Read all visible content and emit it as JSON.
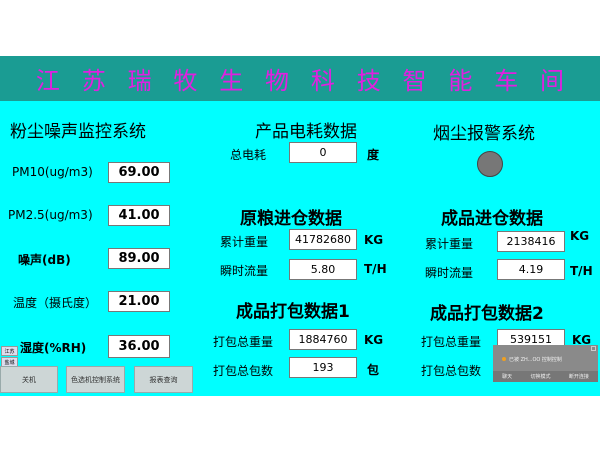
{
  "header": {
    "title_chars": [
      "江",
      "苏",
      "瑞",
      "牧",
      "生",
      "物",
      "科",
      "技",
      "智",
      "能",
      "车",
      "间"
    ]
  },
  "dust": {
    "title": "粉尘噪声监控系统",
    "rows": [
      {
        "label": "PM10(ug/m3)",
        "value": "69.00"
      },
      {
        "label": "PM2.5(ug/m3)",
        "value": "41.00"
      },
      {
        "label": "噪声(dB)",
        "value": "89.00"
      },
      {
        "label": "温度（摄氏度）",
        "value": "21.00"
      },
      {
        "label": "湿度(%RH)",
        "value": "36.00"
      }
    ]
  },
  "power": {
    "title": "产品电耗数据",
    "label": "总电耗",
    "value": "0",
    "unit": "度"
  },
  "smoke": {
    "title": "烟尘报警系统",
    "lamp_color": "#777777"
  },
  "raw": {
    "title": "原粮进仓数据",
    "total_label": "累计重量",
    "total": "41782680",
    "total_unit": "KG",
    "flow_label": "瞬时流量",
    "flow": "5.80",
    "flow_unit": "T/H"
  },
  "fin": {
    "title": "成品进仓数据",
    "total_label": "累计重量",
    "total": "2138416",
    "total_unit": "KG",
    "flow_label": "瞬时流量",
    "flow": "4.19",
    "flow_unit": "T/H"
  },
  "pack1": {
    "title": "成品打包数据1",
    "w_label": "打包总重量",
    "w": "1884760",
    "w_unit": "KG",
    "n_label": "打包总包数",
    "n": "193",
    "n_unit": "包"
  },
  "pack2": {
    "title": "成品打包数据2",
    "w_label": "打包总重量",
    "w": "539151",
    "w_unit": "KG",
    "n_label": "打包总包数"
  },
  "tags": [
    "江苏",
    "盐城"
  ],
  "buttons": [
    "关机",
    "色选机控制系统",
    "报表查询"
  ],
  "popup": {
    "text": "已被 ZH...OO 控制控制",
    "actions": [
      "聊天",
      "切换模式",
      "断开连接"
    ]
  }
}
